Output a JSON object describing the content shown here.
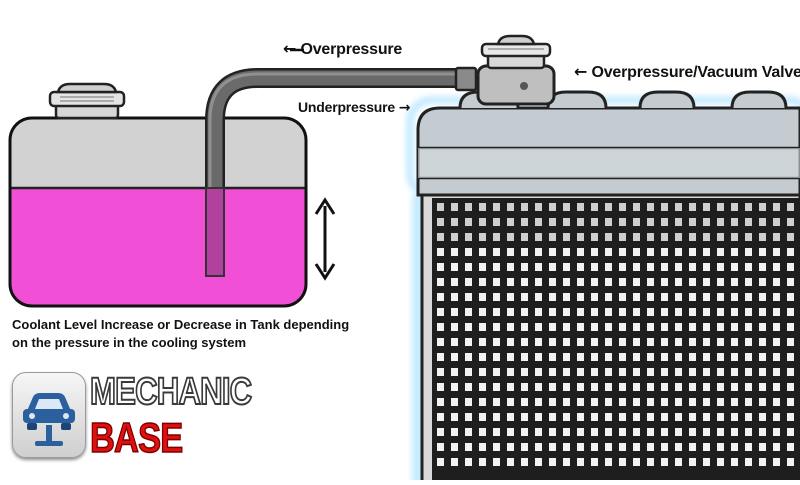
{
  "labels": {
    "overpressure": "Overpressure",
    "underpressure": "Underpressure",
    "valve": "Overpressure/Vacuum Valve"
  },
  "caption": {
    "line1": "Coolant Level Increase or Decrease in Tank depending",
    "line2": "on the pressure in the cooling system"
  },
  "logo": {
    "line1": "MECHANIC",
    "line2": "BASE"
  },
  "colors": {
    "coolant": "#f04fd6",
    "tank_air": "#d2d2d2",
    "radiator_top": "#c5ccd1",
    "radiator_grid": "#1e1e1e",
    "glow": "#bfe9ff",
    "logo_blue": "#2b5f9e",
    "logo_red": "#e01010"
  },
  "icons": {
    "logo_badge": "car-on-lift-icon",
    "level_arrow": "up-down-arrow-icon"
  }
}
